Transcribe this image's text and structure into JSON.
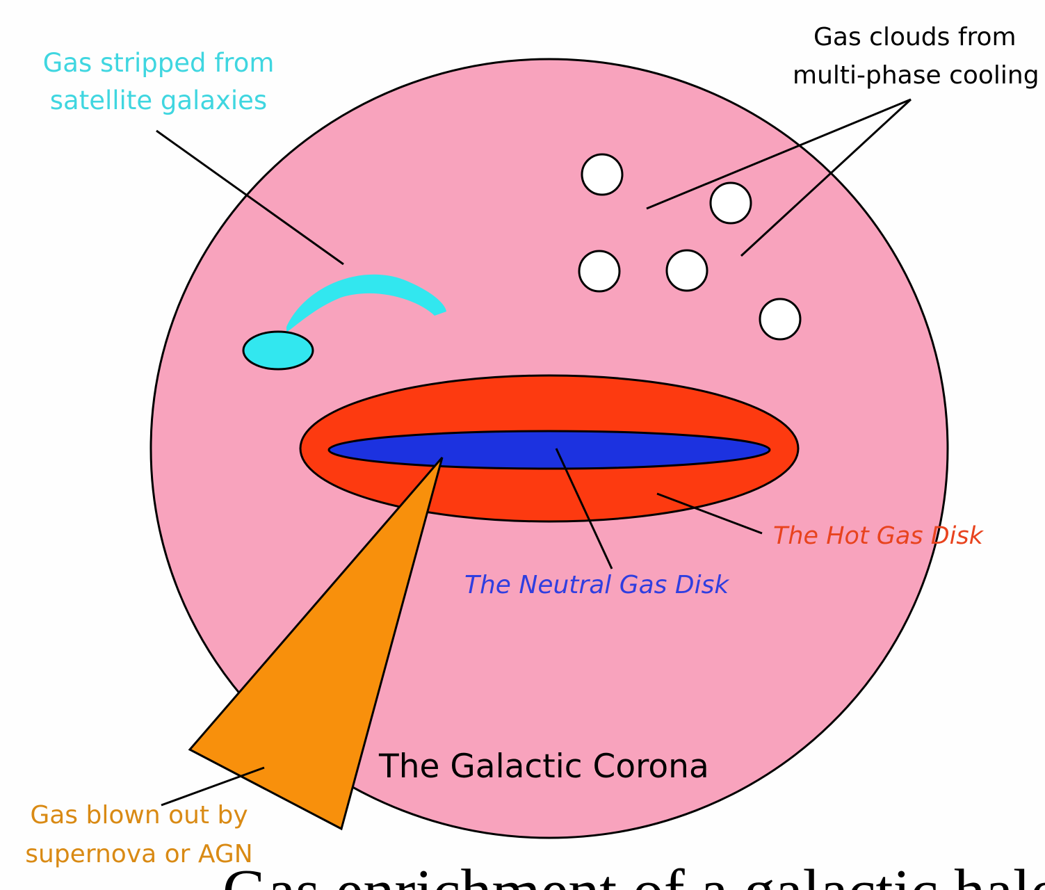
{
  "labels": {
    "stripped": [
      "Gas stripped from",
      "satellite galaxies"
    ],
    "clouds": [
      "Gas clouds from",
      "multi-phase cooling"
    ],
    "hot_disk": "The Hot Gas Disk",
    "neutral_disk": "The Neutral Gas Disk",
    "corona": "The Galactic Corona",
    "blown": [
      "Gas blown out by",
      "supernova or AGN"
    ],
    "caption_partial": "Gas enrichment of a galactic halo"
  },
  "colors": {
    "corona": "#f8a3bd",
    "hot_disk": "#fd3a10",
    "neutral_disk": "#1c32e0",
    "stripped_gas": "#32e7ef",
    "outflow": "#f8900c",
    "clouds": "#ffffff",
    "outline": "#000000",
    "stripped_text": "#3fd6e0",
    "hot_text": "#e8431e",
    "neutral_text": "#2f3ee0",
    "blown_text": "#d98a14"
  }
}
